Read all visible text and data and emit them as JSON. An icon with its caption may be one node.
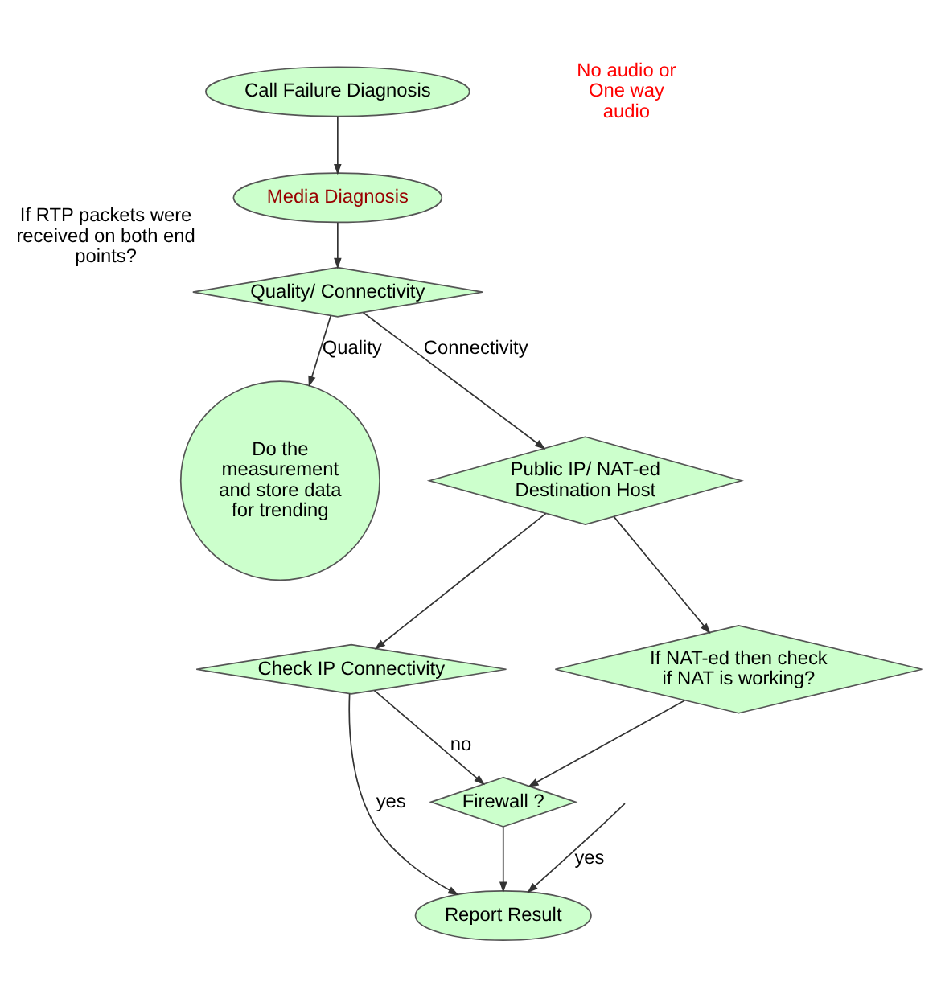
{
  "diagram": {
    "nodes": [
      {
        "text": [
          "Call Failure Diagnosis"
        ]
      },
      {
        "text": [
          "Media Diagnosis"
        ]
      },
      {
        "text": [
          "Quality/ Connectivity"
        ],
        "beside": [
          "If RTP packets were received on both end points?"
        ]
      },
      {
        "text": [
          "Do the measurement and store data for trending"
        ]
      },
      {
        "text": [
          "Public IP/ NAT-ed Destination Host"
        ]
      },
      {
        "text": [
          "Check IP Connectivity"
        ]
      },
      {
        "text": [
          "If NAT-ed then check if NAT is working?"
        ]
      },
      {
        "text": [
          "Firewall ?"
        ]
      },
      {
        "text": [
          "Report Result"
        ]
      }
    ],
    "edges": [
      {
        "from": 0,
        "to": 1,
        "arrow": "to"
      },
      {
        "from": 1,
        "to": 2,
        "arrow": "to"
      },
      {
        "from": 2,
        "to": 3,
        "arrow": "to",
        "label": "Quality"
      },
      {
        "from": 2,
        "to": 4,
        "arrow": "to",
        "label": "Connectivity"
      },
      {
        "from": 4,
        "to": 5,
        "arrow": "to"
      },
      {
        "from": 4,
        "to": 6,
        "arrow": "to"
      },
      {
        "from": 5,
        "to": 7,
        "arrow": "to",
        "label": "no"
      },
      {
        "from": 6,
        "to": 7,
        "arrow": "to"
      },
      {
        "from": 7,
        "to": 8,
        "arrow": "to"
      },
      {
        "from": 5,
        "to": 8,
        "arrow": "to",
        "label": "yes"
      },
      {
        "from": null,
        "to": 8,
        "arrow": "to",
        "label": "yes"
      }
    ],
    "labels": [
      "No audio or One way audio"
    ]
  }
}
